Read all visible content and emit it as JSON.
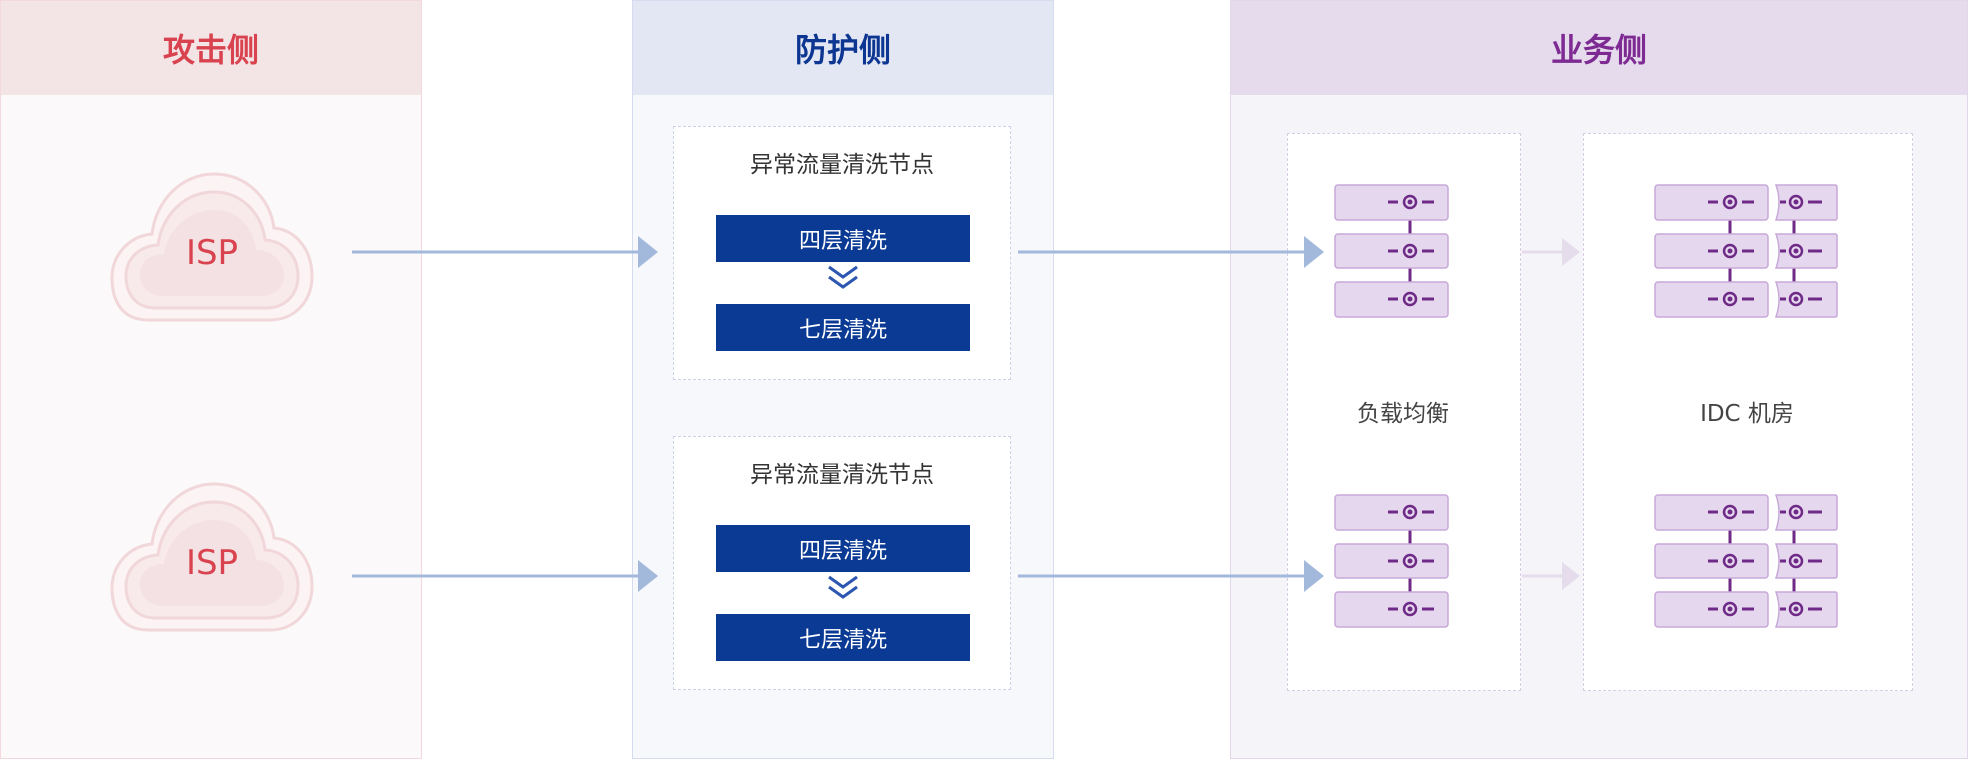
{
  "panels": {
    "attack": {
      "title": "攻击侧"
    },
    "defense": {
      "title": "防护侧"
    },
    "business": {
      "title": "业务侧"
    }
  },
  "clouds": [
    {
      "label": "ISP"
    },
    {
      "label": "ISP"
    }
  ],
  "scrub_nodes": [
    {
      "title": "异常流量清洗节点",
      "stages": [
        "四层清洗",
        "七层清洗"
      ]
    },
    {
      "title": "异常流量清洗节点",
      "stages": [
        "四层清洗",
        "七层清洗"
      ]
    }
  ],
  "business_columns": {
    "load_balancer": {
      "label": "负载均衡"
    },
    "idc": {
      "label": "IDC 机房"
    }
  },
  "colors": {
    "attack": "#d9434f",
    "defense": "#0b3a94",
    "business": "#7d2a93",
    "arrow": "#a2b9dc",
    "server_fill": "#e5d8ee"
  }
}
